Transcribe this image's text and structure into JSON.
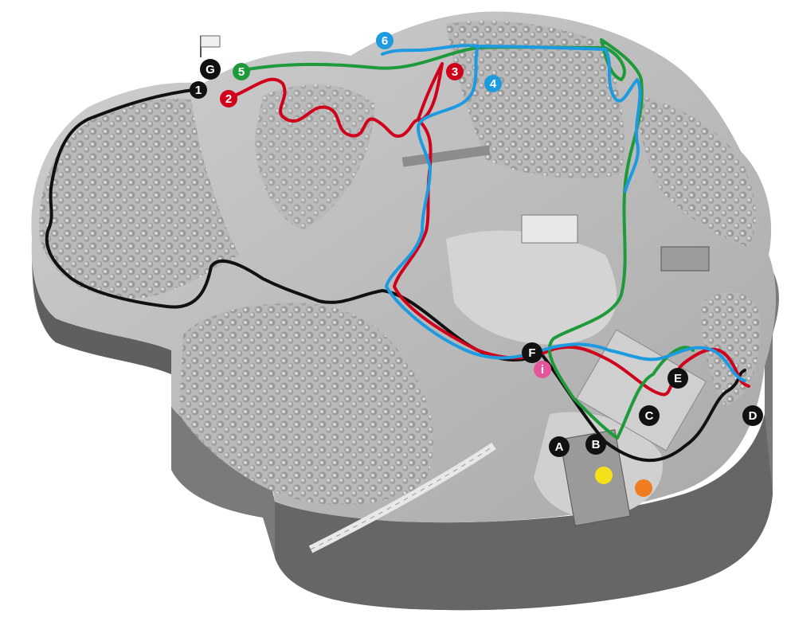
{
  "colors": {
    "black_trail": "#111111",
    "red_trail": "#d0021b",
    "green_trail": "#1f9a3a",
    "blue_trail": "#1e9be0",
    "info": "#e4559b",
    "yellow_dot": "#f5e11a",
    "orange_dot": "#f07c22",
    "terrain": "#bdbdbd",
    "terrain_dark": "#8a8a8a",
    "base": "#6e6e6e"
  },
  "trail_numbers": [
    {
      "label": "1",
      "color": "#111111"
    },
    {
      "label": "2",
      "color": "#d0021b"
    },
    {
      "label": "3",
      "color": "#d0021b"
    },
    {
      "label": "4",
      "color": "#1e9be0"
    },
    {
      "label": "5",
      "color": "#1f9a3a"
    },
    {
      "label": "6",
      "color": "#1e9be0"
    }
  ],
  "points": [
    {
      "label": "A"
    },
    {
      "label": "B"
    },
    {
      "label": "C"
    },
    {
      "label": "D"
    },
    {
      "label": "E"
    },
    {
      "label": "F"
    },
    {
      "label": "G"
    }
  ],
  "info_icon": {
    "label": "i",
    "icon": "info-icon"
  },
  "flag_icon": "flag-icon"
}
